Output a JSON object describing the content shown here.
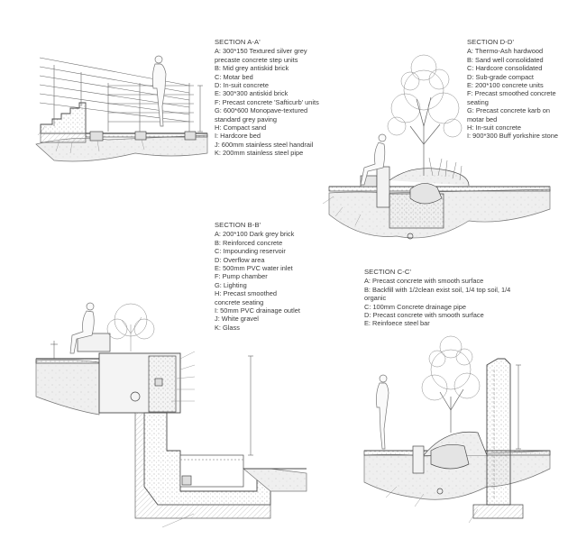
{
  "sections": {
    "a": {
      "title": "SECTION A-A'",
      "items": [
        "A: 300*150 Textured silver grey",
        "precaste concrete step units",
        "B: Mid grey antiskid brick",
        "C: Motar bed",
        "D: In-suit concrete",
        "E: 300*300 antiskid brick",
        "F: Precast concrete 'Safticurb' units",
        "G: 600*600 Monopave-textured",
        "standard grey paving",
        "H: Compact sand",
        "I: Hardcore bed",
        "J: 600mm stainless steel handrail",
        "K: 200mm stainless steel pipe"
      ]
    },
    "d": {
      "title": "SECTION D-D'",
      "items": [
        "A: Thermo-Ash hardwood",
        "B: Sand well consolidated",
        "C: Hardcore consolidated",
        "D: Sub-grade compact",
        "E: 200*100 concrete units",
        "F: Precast smoothed concrete",
        "seating",
        "G: Precast concrete karb on",
        "motar bed",
        "H: In-suit concrete",
        "I: 900*300 Buff yorkshire stone"
      ]
    },
    "b": {
      "title": "SECTION B-B'",
      "items": [
        "A: 200*100 Dark grey brick",
        "B: Reinforced concrete",
        "C: Impounding reservoir",
        "D: Overflow area",
        "E: 500mm PVC water inlet",
        "F: Pump chamber",
        "G: Lighting",
        "H: Precast smoothed",
        "concrete seating",
        "I: 50mm PVC drainage outlet",
        "J: White gravel",
        "K: Glass"
      ]
    },
    "c": {
      "title": "SECTION C-C'",
      "items": [
        "A: Precast concrete with smooth surface",
        "B: Backfill with 1/2clean exist soil, 1/4 top soil, 1/4 organic",
        "C: 100mm Concrete drainage pipe",
        "D: Precast concrete with smooth surface",
        "E: Reinfoece steel bar"
      ]
    }
  },
  "colors": {
    "line": "#4a4a4a",
    "soil_fill": "#ededed",
    "concrete_fill": "#e2e2e2"
  }
}
